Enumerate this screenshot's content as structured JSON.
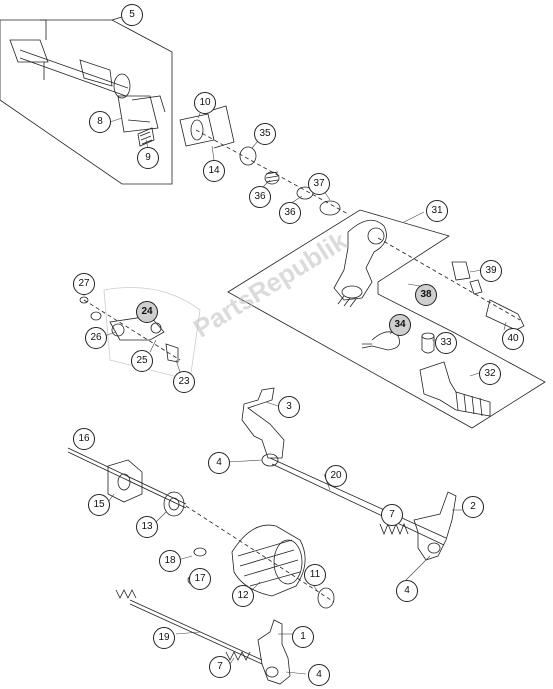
{
  "diagram": {
    "watermark_text": "PartsRepublik",
    "callouts": [
      {
        "id": "c1",
        "label": "1"
      },
      {
        "id": "c2",
        "label": "2"
      },
      {
        "id": "c3",
        "label": "3"
      },
      {
        "id": "c4a",
        "label": "4"
      },
      {
        "id": "c4b",
        "label": "4"
      },
      {
        "id": "c4c",
        "label": "4"
      },
      {
        "id": "c5",
        "label": "5"
      },
      {
        "id": "c7a",
        "label": "7"
      },
      {
        "id": "c7b",
        "label": "7"
      },
      {
        "id": "c8",
        "label": "8"
      },
      {
        "id": "c9",
        "label": "9"
      },
      {
        "id": "c10",
        "label": "10"
      },
      {
        "id": "c11",
        "label": "11"
      },
      {
        "id": "c12",
        "label": "12"
      },
      {
        "id": "c13",
        "label": "13"
      },
      {
        "id": "c14",
        "label": "14"
      },
      {
        "id": "c15",
        "label": "15"
      },
      {
        "id": "c16",
        "label": "16"
      },
      {
        "id": "c17",
        "label": "17"
      },
      {
        "id": "c18",
        "label": "18"
      },
      {
        "id": "c19",
        "label": "19"
      },
      {
        "id": "c20",
        "label": "20"
      },
      {
        "id": "c23",
        "label": "23"
      },
      {
        "id": "c24",
        "label": "24"
      },
      {
        "id": "c25",
        "label": "25"
      },
      {
        "id": "c26",
        "label": "26"
      },
      {
        "id": "c27",
        "label": "27"
      },
      {
        "id": "c31",
        "label": "31"
      },
      {
        "id": "c32",
        "label": "32"
      },
      {
        "id": "c33",
        "label": "33"
      },
      {
        "id": "c34",
        "label": "34"
      },
      {
        "id": "c35",
        "label": "35"
      },
      {
        "id": "c36a",
        "label": "36"
      },
      {
        "id": "c36b",
        "label": "36"
      },
      {
        "id": "c37",
        "label": "37"
      },
      {
        "id": "c38",
        "label": "38"
      },
      {
        "id": "c39",
        "label": "39"
      },
      {
        "id": "c40",
        "label": "40"
      }
    ]
  }
}
